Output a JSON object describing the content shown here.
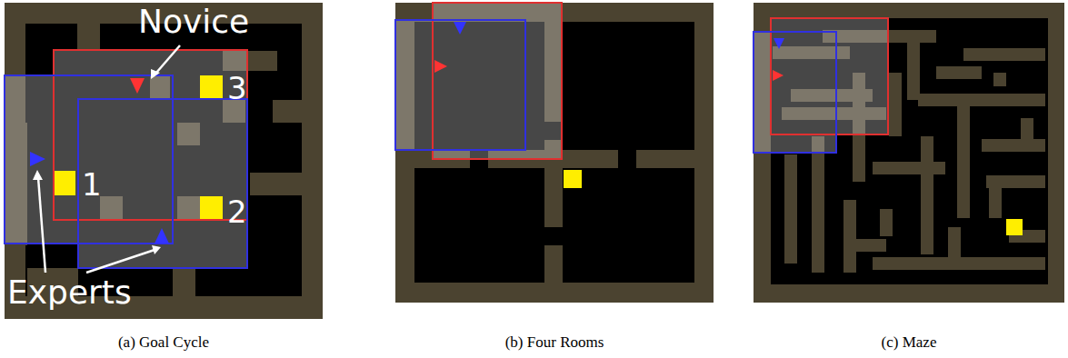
{
  "diagram": {
    "labels": [
      "Novice",
      "3",
      "1",
      "2",
      "Experts",
      "(a) Goal Cycle",
      "(b) Four Rooms",
      "(c) Maze"
    ]
  }
}
